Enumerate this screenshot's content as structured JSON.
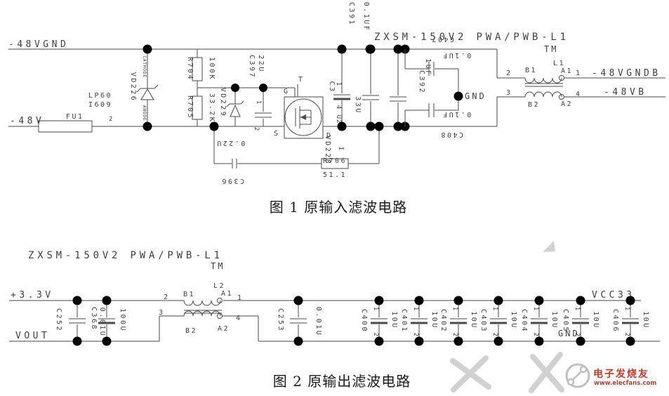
{
  "colors": {
    "line": "#4a4a4a",
    "text": "#3f3f3f",
    "dot": "#000000",
    "watermark_red": "#c23a2b",
    "watermark_grey": "#c9c9c9"
  },
  "figure1": {
    "title": "ZXSM-150V2 PWA/PWB-L1",
    "tm": "TM",
    "caption": "图 1 原输入滤波电路",
    "nets": {
      "gnd_rail": "-48VGND",
      "neg_rail": "-48V",
      "out_gnd": "-48VGNDB",
      "out_neg": "-48VB",
      "mid_gnd": "GND"
    },
    "fuse": {
      "ref": "FU1",
      "pin": "2"
    },
    "tvs": {
      "ref": "VD226",
      "cathode": "CATHODE",
      "anode": "ANODE",
      "line1": "LP60",
      "line2": "I609"
    },
    "r704": {
      "ref": "R704",
      "value": "100K"
    },
    "r705": {
      "ref": "R705",
      "value": "33.2K"
    },
    "zener": {
      "ref": "VD229"
    },
    "c397": {
      "ref": "C397",
      "value": "22U",
      "pin1": "1",
      "pin2": "2"
    },
    "c396": {
      "ref": "C396",
      "value": "0.22U"
    },
    "mosfet": {
      "ref": "VD228",
      "gate": "G",
      "source": "S",
      "drain": "D",
      "tab": "T",
      "pin_i": "I"
    },
    "r706": {
      "ref": "R706",
      "value": "51.1"
    },
    "bulk_cap": {
      "ref": "C3",
      "value": "33U",
      "pin1": "1",
      "pin4": "4",
      "frag": "U2"
    },
    "c391": {
      "ref": "C391",
      "value": "0.1UF"
    },
    "c392": {
      "ref": "C392",
      "value": "1UF"
    },
    "c407": {
      "ref": "C407",
      "value": "0.1UF"
    },
    "c408": {
      "ref": "C408",
      "value": "0.1UF"
    },
    "choke": {
      "ref": "L1",
      "b1": "B1",
      "a1": "A1",
      "b2": "B2",
      "a2": "A2",
      "pin1": "1",
      "pin2": "2",
      "pin3": "3",
      "pin4": "4"
    }
  },
  "figure2": {
    "title": "ZXSM-150V2 PWA/PWB-L1",
    "tm": "TM",
    "caption": "图 2 原输出滤波电路",
    "nets": {
      "pos_rail": "+3.3V",
      "out_rail": "VOUT",
      "vcc": "VCC33",
      "gnd": "GND"
    },
    "c252": {
      "ref": "C252"
    },
    "c368": {
      "ref": "C368",
      "value": "0.01U"
    },
    "bulk": {
      "value": "100U"
    },
    "choke": {
      "ref": "L2",
      "b1": "B1",
      "a1": "A1",
      "b2": "B2",
      "a2": "A2",
      "pin1": "1",
      "pin2": "2",
      "pin3": "3",
      "pin4": "4"
    },
    "c253": {
      "ref": "C253",
      "value": "0.01U"
    },
    "cap_pin_top": "1",
    "cap_pin_bottom": "2",
    "caps": [
      {
        "ref": "C400",
        "value": "10U"
      },
      {
        "ref": "C401",
        "value": "10U"
      },
      {
        "ref": "C402",
        "value": "10U"
      },
      {
        "ref": "C403",
        "value": "10U"
      },
      {
        "ref": "C404",
        "value": "10U"
      },
      {
        "ref": "C405",
        "value": "10U"
      },
      {
        "ref": "C406",
        "value": "10U"
      }
    ]
  },
  "watermark": {
    "brand": "电子发烧友",
    "site": "www.elecfans.com"
  }
}
